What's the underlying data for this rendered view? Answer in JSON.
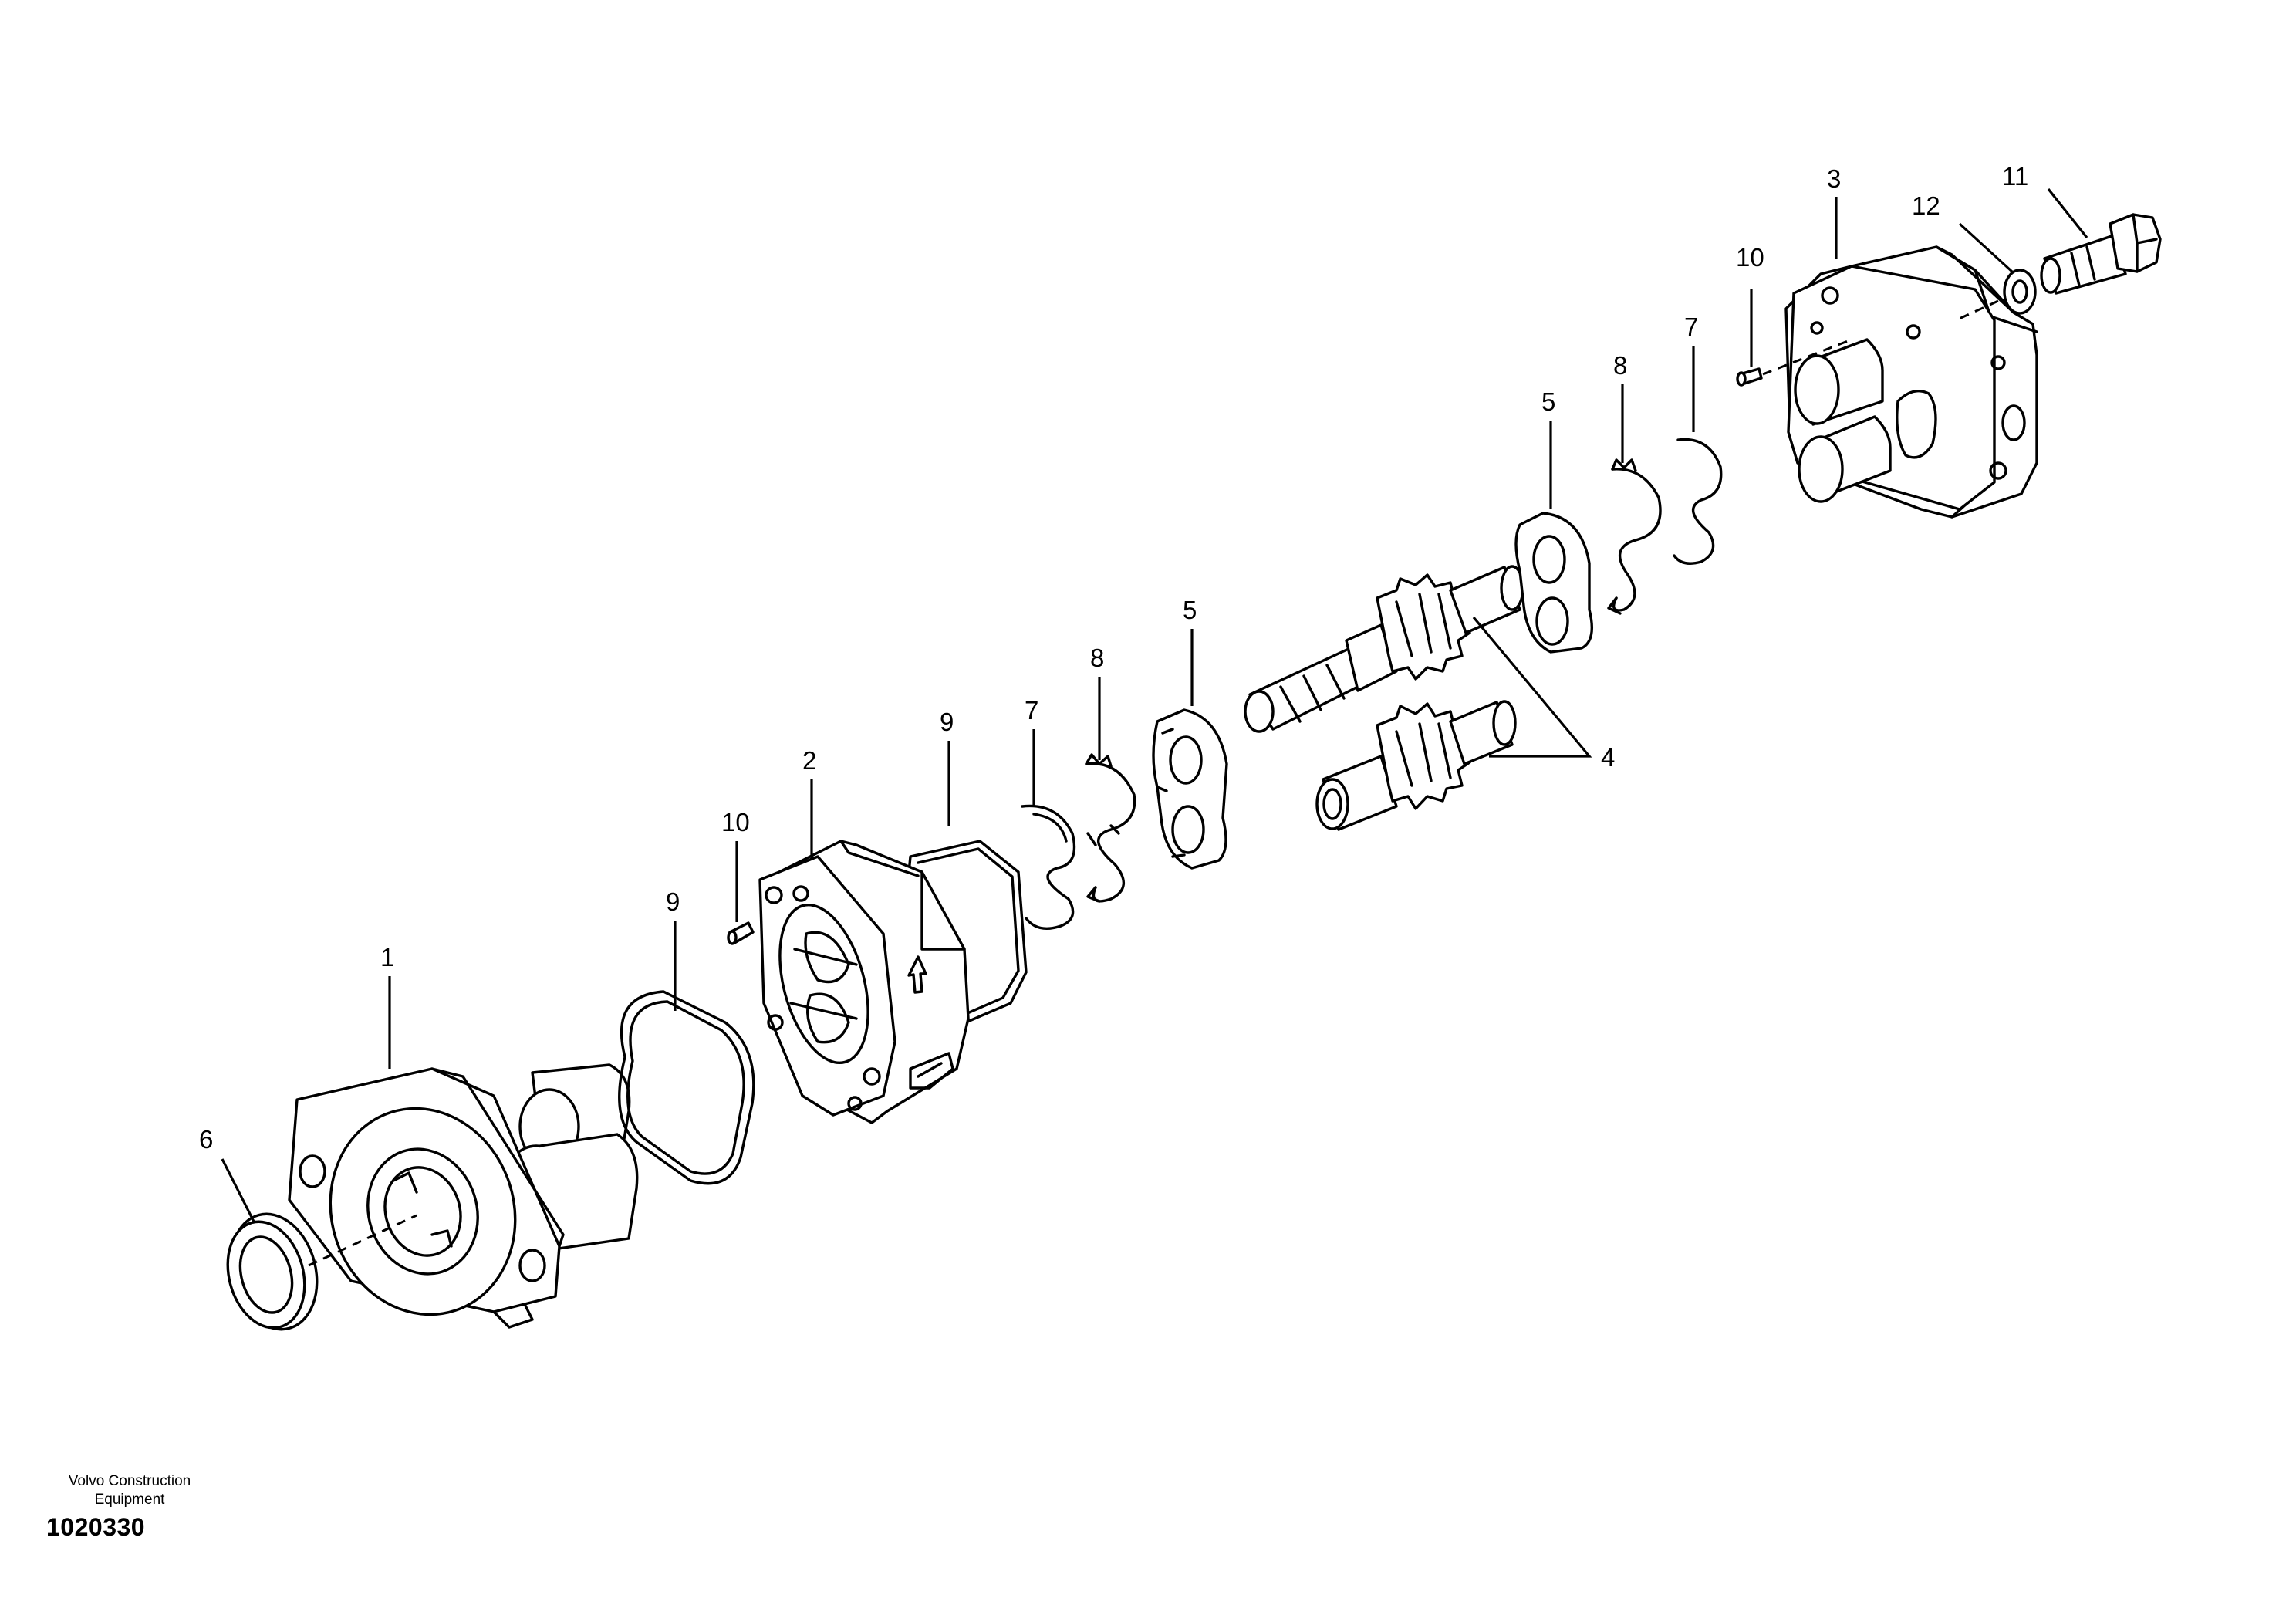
{
  "footer": {
    "brand_line1": "Volvo Construction",
    "brand_line2": "Equipment",
    "drawing_number": "1020330"
  },
  "callouts": [
    "1",
    "2",
    "3",
    "4",
    "5",
    "5",
    "6",
    "7",
    "7",
    "8",
    "8",
    "9",
    "9",
    "10",
    "10",
    "11",
    "12"
  ]
}
